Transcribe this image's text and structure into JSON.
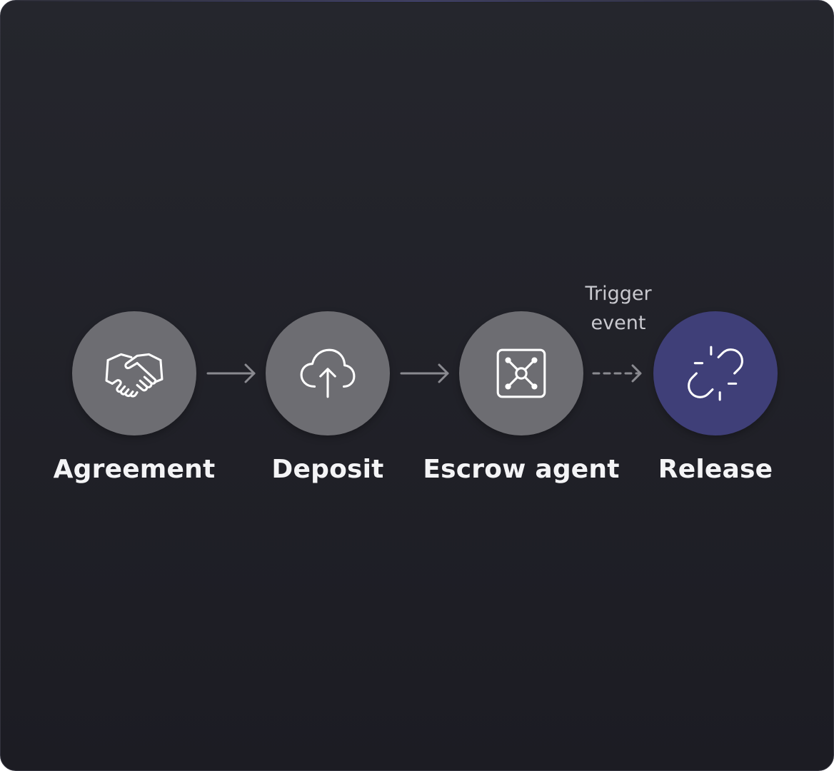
{
  "diagram": {
    "steps": [
      {
        "label": "Agreement",
        "icon": "handshake-icon"
      },
      {
        "label": "Deposit",
        "icon": "cloud-upload-icon"
      },
      {
        "label": "Escrow agent",
        "icon": "vault-icon"
      },
      {
        "label": "Release",
        "icon": "broken-link-icon"
      }
    ],
    "connectors": [
      {
        "from": "Agreement",
        "to": "Deposit",
        "style": "solid"
      },
      {
        "from": "Deposit",
        "to": "Escrow agent",
        "style": "solid"
      },
      {
        "from": "Escrow agent",
        "to": "Release",
        "style": "dashed",
        "label": [
          "Trigger",
          "event"
        ]
      }
    ]
  },
  "colors": {
    "background_top": "#25262d",
    "background_bottom": "#1c1c23",
    "node_default": "#6d6d72",
    "node_active": "#3f3f78",
    "arrow": "#8a8a90",
    "label_text": "#f4f4f6",
    "connector_label_text": "#c9c9cf"
  }
}
